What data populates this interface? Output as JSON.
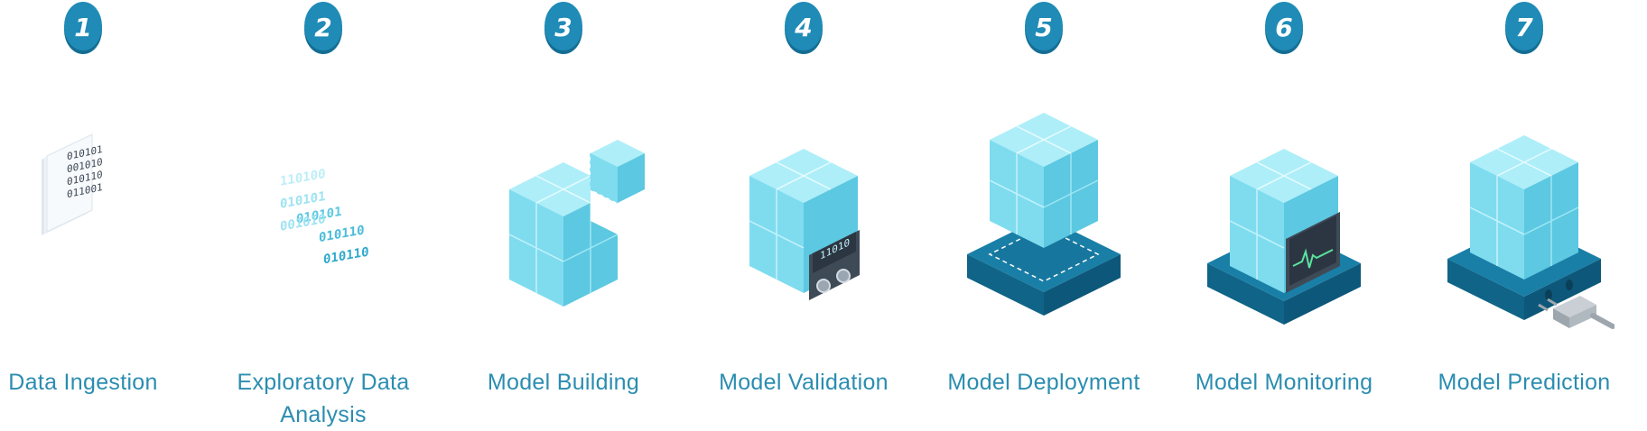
{
  "colors": {
    "badge": "#1f8bb6",
    "badge_dark": "#146d93",
    "label": "#2b8db0",
    "cube_light": "#aeeef8",
    "cube_mid": "#7fdcef",
    "cube_side": "#5cc8e1",
    "base_top": "#1a7fa7",
    "base_side": "#0f6487"
  },
  "steps": [
    {
      "number": "1",
      "label": "Data Ingestion",
      "icon": "data-documents-icon"
    },
    {
      "number": "2",
      "label": "Exploratory Data Analysis",
      "icon": "binary-data-icon"
    },
    {
      "number": "3",
      "label": "Model Building",
      "icon": "cube-assembly-icon"
    },
    {
      "number": "4",
      "label": "Model Validation",
      "icon": "cube-panel-icon",
      "panel_text": "11010"
    },
    {
      "number": "5",
      "label": "Model Deployment",
      "icon": "cube-platform-icon"
    },
    {
      "number": "6",
      "label": "Model Monitoring",
      "icon": "cube-monitor-icon"
    },
    {
      "number": "7",
      "label": "Model Prediction",
      "icon": "cube-plug-icon"
    }
  ],
  "doc_lines": [
    "010101",
    "001010",
    "010110",
    "011001"
  ],
  "binary_rows": [
    "110100",
    "010101",
    "010101",
    "001010",
    "010110",
    "010110"
  ]
}
